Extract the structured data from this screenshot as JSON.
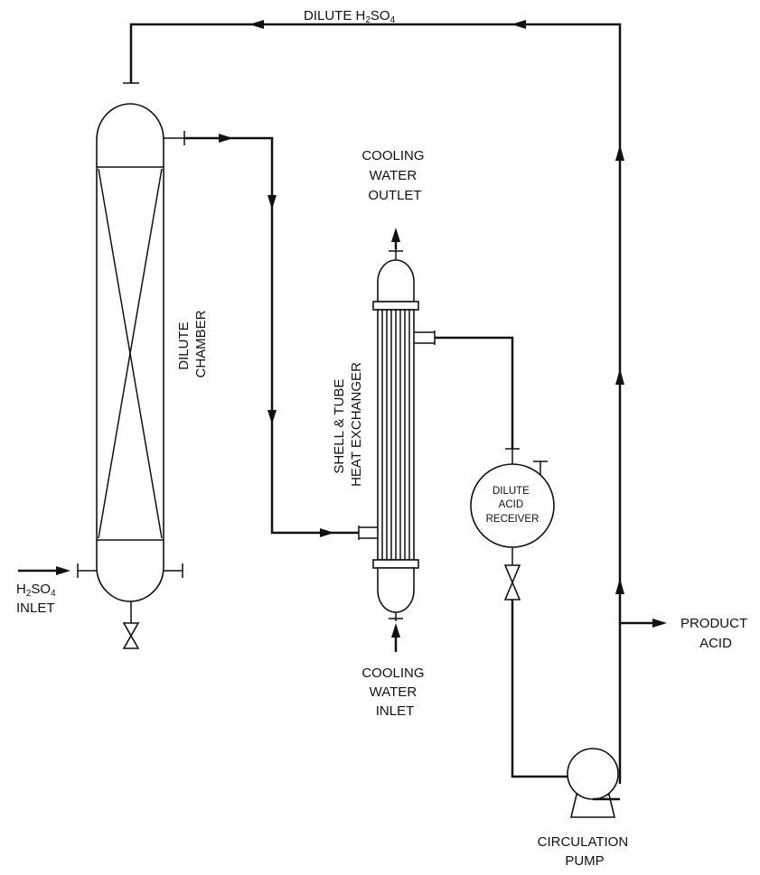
{
  "labels": {
    "dilute_line_main": "DILUTE H",
    "dilute_line_sub2": "2",
    "dilute_line_so": "SO",
    "dilute_line_sub4": "4",
    "inlet_h": "H",
    "inlet_sub2": "2",
    "inlet_so": "SO",
    "inlet_sub4": "4",
    "inlet_word": "INLET",
    "dilute_chamber_1": "DILUTE",
    "dilute_chamber_2": "CHAMBER",
    "hx_1": "SHELL & TUBE",
    "hx_2": "HEAT EXCHANGER",
    "cw_out_1": "COOLING",
    "cw_out_2": "WATER",
    "cw_out_3": "OUTLET",
    "cw_in_1": "COOLING",
    "cw_in_2": "WATER",
    "cw_in_3": "INLET",
    "receiver_1": "DILUTE",
    "receiver_2": "ACID",
    "receiver_3": "RECEIVER",
    "product_1": "PRODUCT",
    "product_2": "ACID",
    "pump_1": "CIRCULATION",
    "pump_2": "PUMP"
  }
}
